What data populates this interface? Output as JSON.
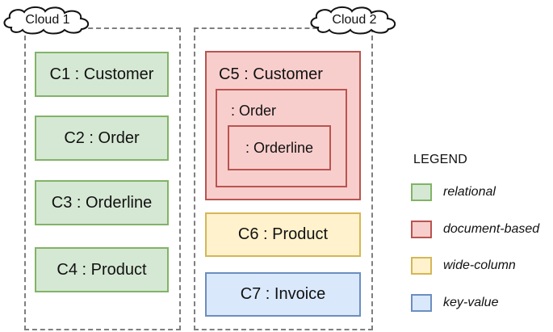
{
  "clouds": [
    {
      "label": "Cloud 1"
    },
    {
      "label": "Cloud 2"
    }
  ],
  "cloud1": {
    "c1": "C1 : Customer",
    "c2": "C2 : Order",
    "c3": "C3 : Orderline",
    "c4": "C4 : Product"
  },
  "cloud2": {
    "c5": "C5 : Customer",
    "c5_order": ": Order",
    "c5_orderline": ": Orderline",
    "c6": "C6 : Product",
    "c7": "C7 : Invoice"
  },
  "legend": {
    "title": "LEGEND",
    "items": [
      {
        "label": "relational"
      },
      {
        "label": "document-based"
      },
      {
        "label": "wide-column"
      },
      {
        "label": "key-value"
      }
    ]
  },
  "colors": {
    "relational_fill": "#d5e8d4",
    "relational_stroke": "#82b366",
    "document_fill": "#f8cecc",
    "document_stroke": "#b85450",
    "widecolumn_fill": "#fff2cc",
    "widecolumn_stroke": "#d6b656",
    "keyvalue_fill": "#dae8fc",
    "keyvalue_stroke": "#6c8ebf",
    "dashed_border": "#7f7f7f"
  }
}
